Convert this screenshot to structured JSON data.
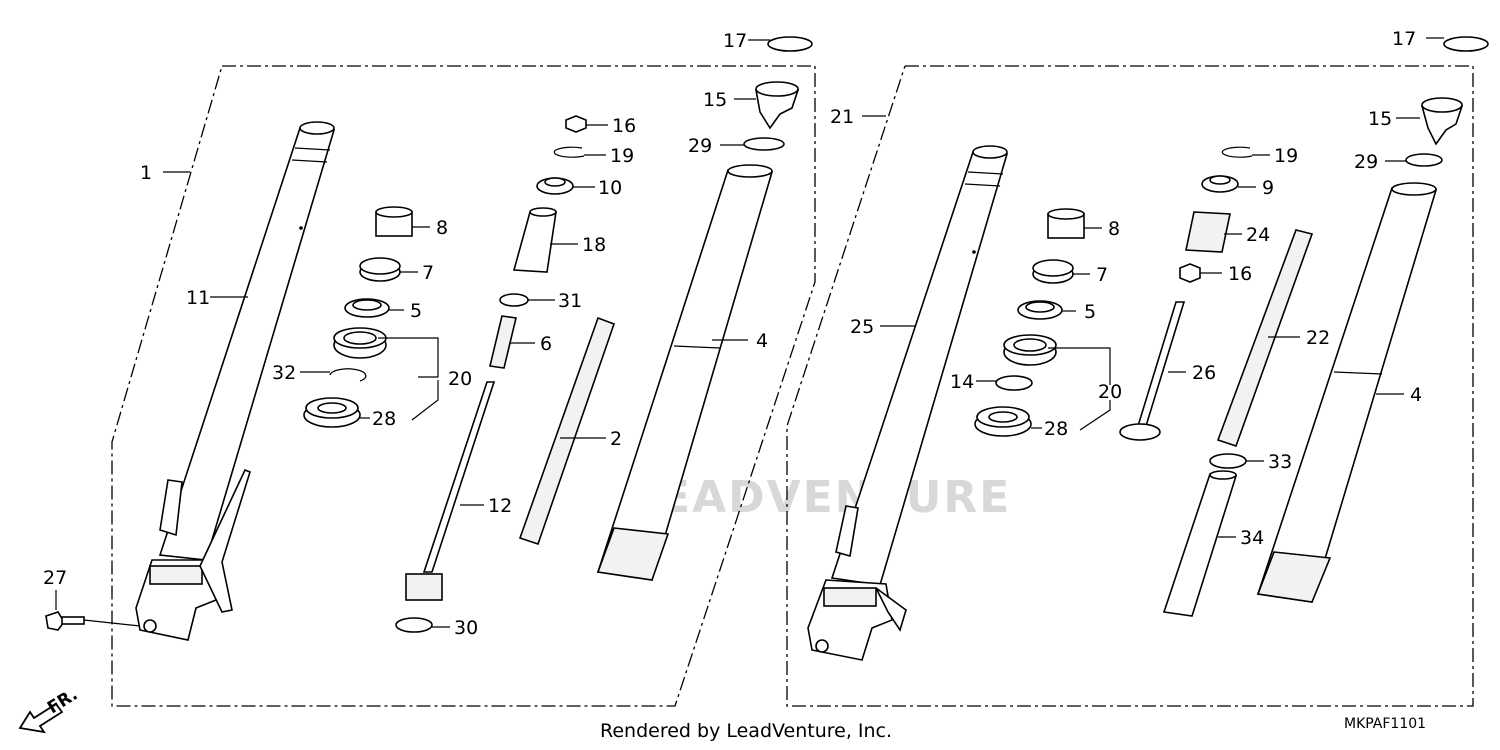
{
  "labels": {
    "l1": "1",
    "l2": "2",
    "l4a": "4",
    "l4b": "4",
    "l5a": "5",
    "l5b": "5",
    "l6": "6",
    "l7a": "7",
    "l7b": "7",
    "l8a": "8",
    "l8b": "8",
    "l9": "9",
    "l10": "10",
    "l11": "11",
    "l12": "12",
    "l14": "14",
    "l15a": "15",
    "l15b": "15",
    "l16a": "16",
    "l16b": "16",
    "l17a": "17",
    "l17b": "17",
    "l18": "18",
    "l19a": "19",
    "l19b": "19",
    "l20a": "20",
    "l20b": "20",
    "l21": "21",
    "l22": "22",
    "l24": "24",
    "l25": "25",
    "l26": "26",
    "l27": "27",
    "l28a": "28",
    "l28b": "28",
    "l29a": "29",
    "l29b": "29",
    "l30": "30",
    "l31": "31",
    "l32": "32",
    "l33": "33",
    "l34": "34"
  },
  "footer": {
    "rendered_by": "Rendered by LeadVenture, Inc.",
    "diagram_code": "MKPAF1101"
  },
  "direction_marker": "FR.",
  "watermark": "LEADVENTURE"
}
